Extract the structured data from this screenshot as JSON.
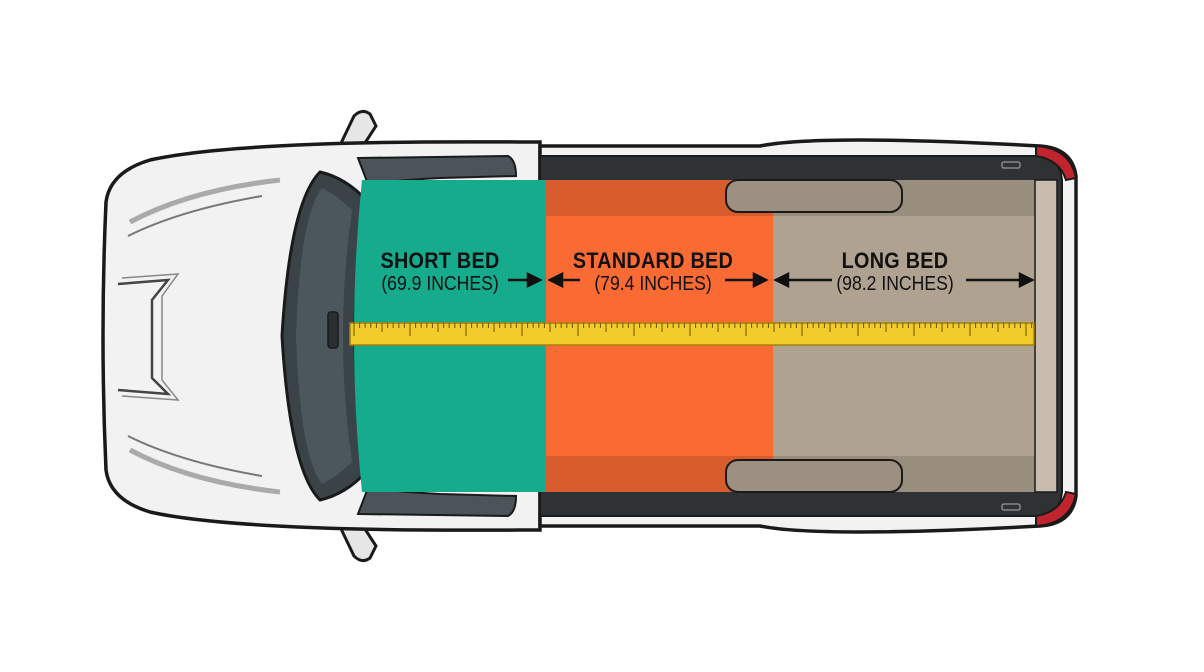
{
  "beds": [
    {
      "name": "SHORT BED",
      "length": "(69.9 INCHES)",
      "color": "#15ab8c"
    },
    {
      "name": "STANDARD BED",
      "length": "(79.4 INCHES)",
      "color": "#fa6a33"
    },
    {
      "name": "LONG BED",
      "length": "(98.2 INCHES)",
      "color": "#b0a291"
    }
  ],
  "colors": {
    "outline": "#1a1a1a",
    "body": "#f2f2f2",
    "glass": "#3a4347",
    "tape": "#f2cc2b",
    "arrow": "#111111",
    "taillight": "#c0242c"
  },
  "icons": {
    "truck": "pickup-truck-top-view",
    "tape": "tape-measure-icon",
    "arrows": "double-arrow-icon"
  }
}
